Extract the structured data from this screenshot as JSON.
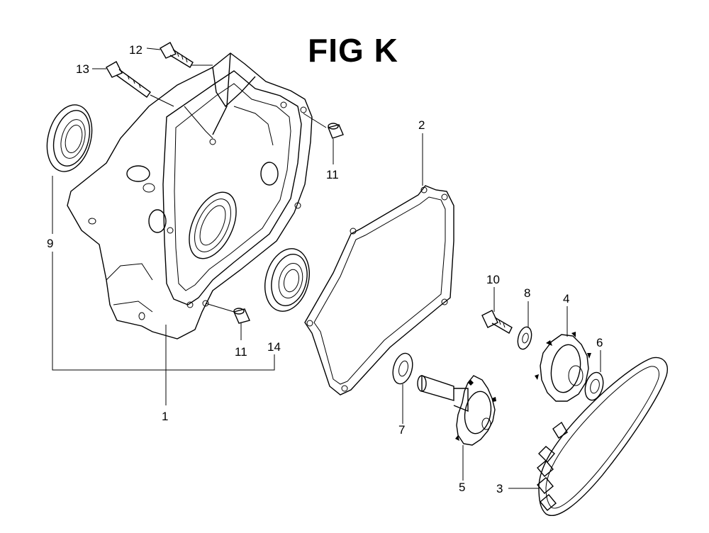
{
  "title": "FIG K",
  "callouts": {
    "c1": "1",
    "c2": "2",
    "c3": "3",
    "c4": "4",
    "c5": "5",
    "c6": "6",
    "c7": "7",
    "c8": "8",
    "c9": "9",
    "c10": "10",
    "c11a": "11",
    "c11b": "11",
    "c12": "12",
    "c13": "13",
    "c14": "14"
  }
}
